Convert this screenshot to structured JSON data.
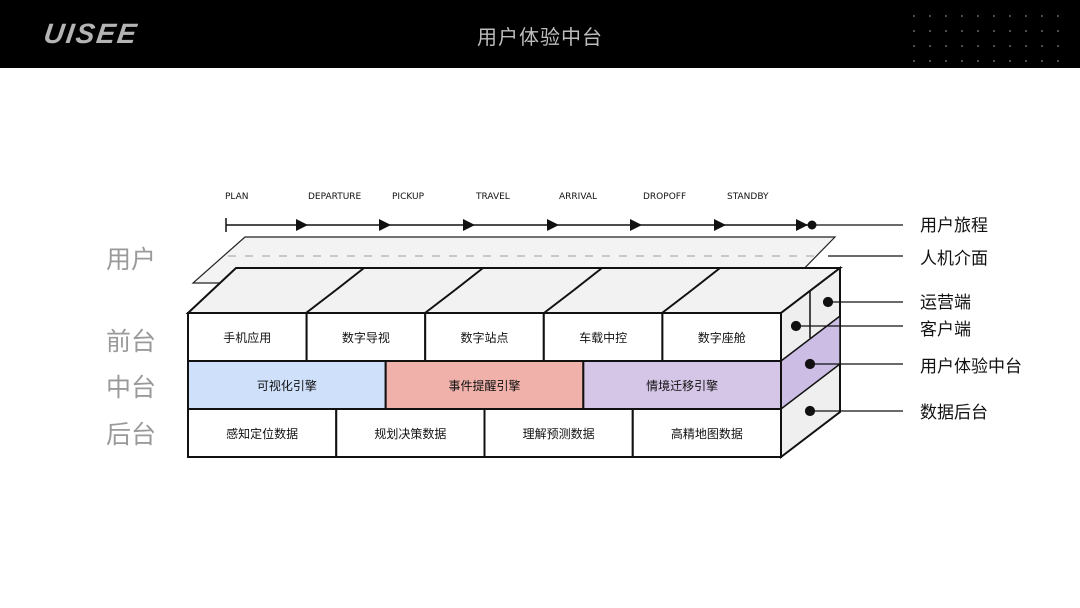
{
  "header": {
    "logo": "UISEE",
    "title": "用户体验中台"
  },
  "journey": {
    "stages": [
      "PLAN",
      "DEPARTURE",
      "PICKUP",
      "TRAVEL",
      "ARRIVAL",
      "DROPOFF",
      "STANDBY"
    ]
  },
  "left_labels": {
    "user": "用户",
    "front": "前台",
    "middle": "中台",
    "back": "后台"
  },
  "front_row": [
    "手机应用",
    "数字导视",
    "数字站点",
    "车载中控",
    "数字座舱"
  ],
  "middle_row": [
    {
      "label": "可视化引擎",
      "color": "#cfe0fb"
    },
    {
      "label": "事件提醒引擎",
      "color": "#efb1aa"
    },
    {
      "label": "情境迁移引擎",
      "color": "#d5c5e6"
    }
  ],
  "back_row": [
    "感知定位数据",
    "规划决策数据",
    "理解预测数据",
    "高精地图数据"
  ],
  "callouts": {
    "journey": "用户旅程",
    "hmi": "人机介面",
    "ops": "运营端",
    "client": "客户端",
    "ux_platform": "用户体验中台",
    "data_platform": "数据后台"
  },
  "colors": {
    "side_purple": "#cbbde3",
    "side_light": "#efefef",
    "top_light": "#f2f2f2"
  }
}
